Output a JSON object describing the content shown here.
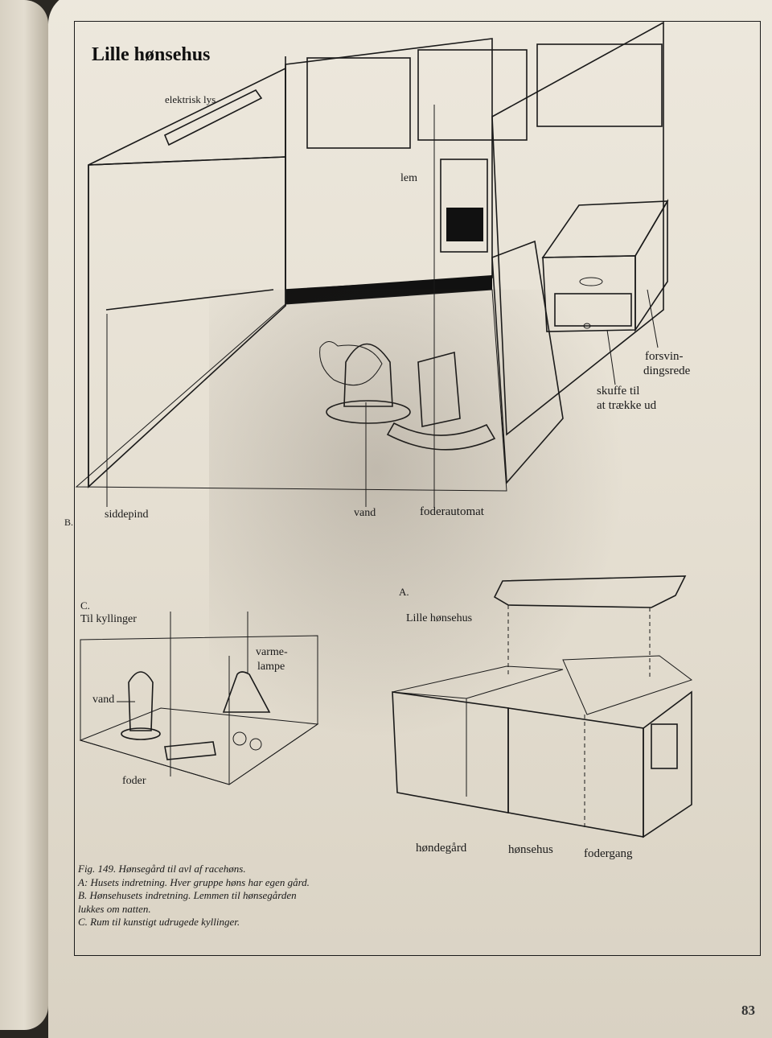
{
  "title": "Lille hønsehus",
  "labels": {
    "elektrisk_lys": "elektrisk lys",
    "lem": "lem",
    "forsvindingsrede_1": "forsvin-",
    "forsvindingsrede_2": "dingsrede",
    "skuffe_1": "skuffe til",
    "skuffe_2": "at trække ud",
    "siddepind": "siddepind",
    "vand": "vand",
    "foderautomat": "foderautomat",
    "section_b": "B.",
    "section_c": "C.",
    "til_kyllinger": "Til kyllinger",
    "varmelampe_1": "varme-",
    "varmelampe_2": "lampe",
    "vand_c": "vand",
    "foder": "foder",
    "section_a": "A.",
    "lille_honsehus_a": "Lille hønsehus",
    "hondegard": "høndegård",
    "honsehus": "hønsehus",
    "fodergang": "fodergang"
  },
  "caption": {
    "line1": "Fig. 149. Hønsegård til avl af racehøns.",
    "line2": "A: Husets indretning. Hver gruppe høns har egen gård.",
    "line3": "B. Hønsehusets indretning. Lemmen til hønsegården",
    "line4": "lukkes om natten.",
    "line5": "C. Rum til kunstigt udrugede kyllinger."
  },
  "page_number": "83"
}
